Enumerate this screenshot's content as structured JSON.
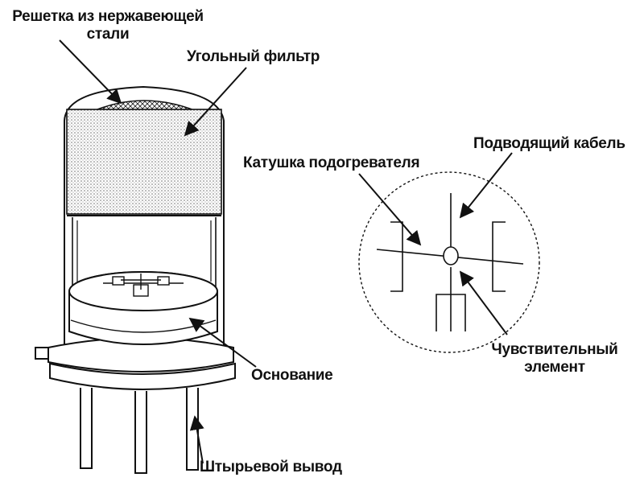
{
  "labels": {
    "mesh_line1": "Решетка из нержавеющей",
    "mesh_line2": "стали",
    "carbon_filter": "Угольный фильтр",
    "lead_cable": "Подводящий кабель",
    "heater_coil": "Катушка подогревателя",
    "sensing_line1": "Чувствительный",
    "sensing_line2": "элемент",
    "base": "Основание",
    "pin": "Штырьевой вывод"
  },
  "colors": {
    "ink": "#111111",
    "filter_dot": "#7a7a7a"
  }
}
